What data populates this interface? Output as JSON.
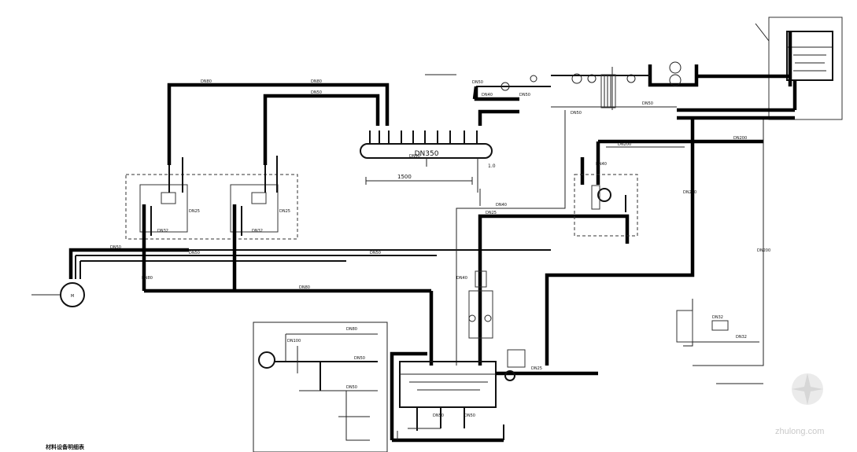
{
  "header_label": "DN350",
  "header_pipe_text": "DN350",
  "dimension_label": "1500",
  "dim_small_label": "1.0",
  "pipe_labels": [
    "DN80",
    "DN80",
    "DN50",
    "DN50",
    "DN40",
    "DN50",
    "DN50",
    "DN50",
    "DN40",
    "DN25",
    "DN40",
    "DN50",
    "DN50",
    "DN50",
    "DN80",
    "DN80",
    "DN200",
    "DN200",
    "DN200",
    "DN200",
    "DN32",
    "DN32",
    "DN25",
    "DN80",
    "DN50",
    "DN100",
    "DN50",
    "DN50",
    "DN50"
  ],
  "small_labels": [
    "DN50",
    "DN40",
    "DN25",
    "DN25",
    "DN32",
    "DN32"
  ],
  "bottom_label": "材料设备明细表",
  "watermark": "zhulong.com",
  "colors": {
    "line": "#000000",
    "background": "#ffffff",
    "watermark": "#d7d7d7"
  }
}
